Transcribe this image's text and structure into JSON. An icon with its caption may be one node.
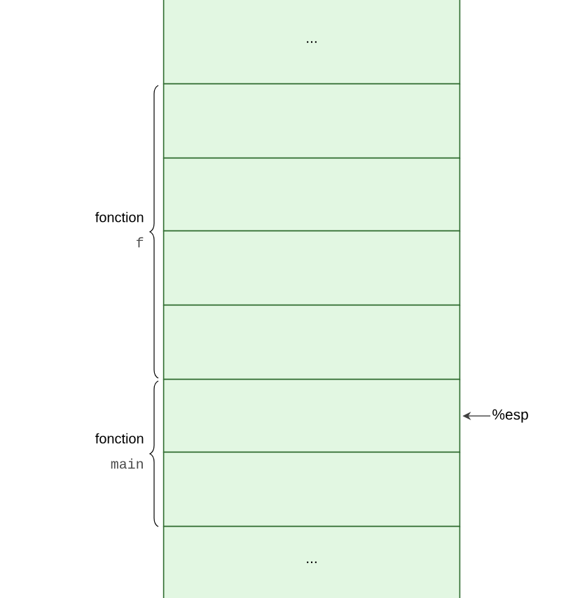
{
  "diagram": {
    "nodes": [
      {
        "text": [
          "..."
        ]
      },
      {
        "text": [],
        "shape": "box"
      },
      {
        "text": [],
        "shape": "box"
      },
      {
        "text": [],
        "shape": "box"
      },
      {
        "text": [],
        "shape": "box"
      },
      {
        "text": [],
        "shape": "box"
      },
      {
        "text": [],
        "shape": "box"
      },
      {
        "text": [
          "..."
        ]
      },
      {
        "text": [
          "%esp"
        ]
      }
    ],
    "edges": [
      {
        "from": 8,
        "to": 5,
        "arrow": "to"
      }
    ],
    "labels": [
      "fonction",
      "f",
      "fonction",
      "main"
    ]
  }
}
